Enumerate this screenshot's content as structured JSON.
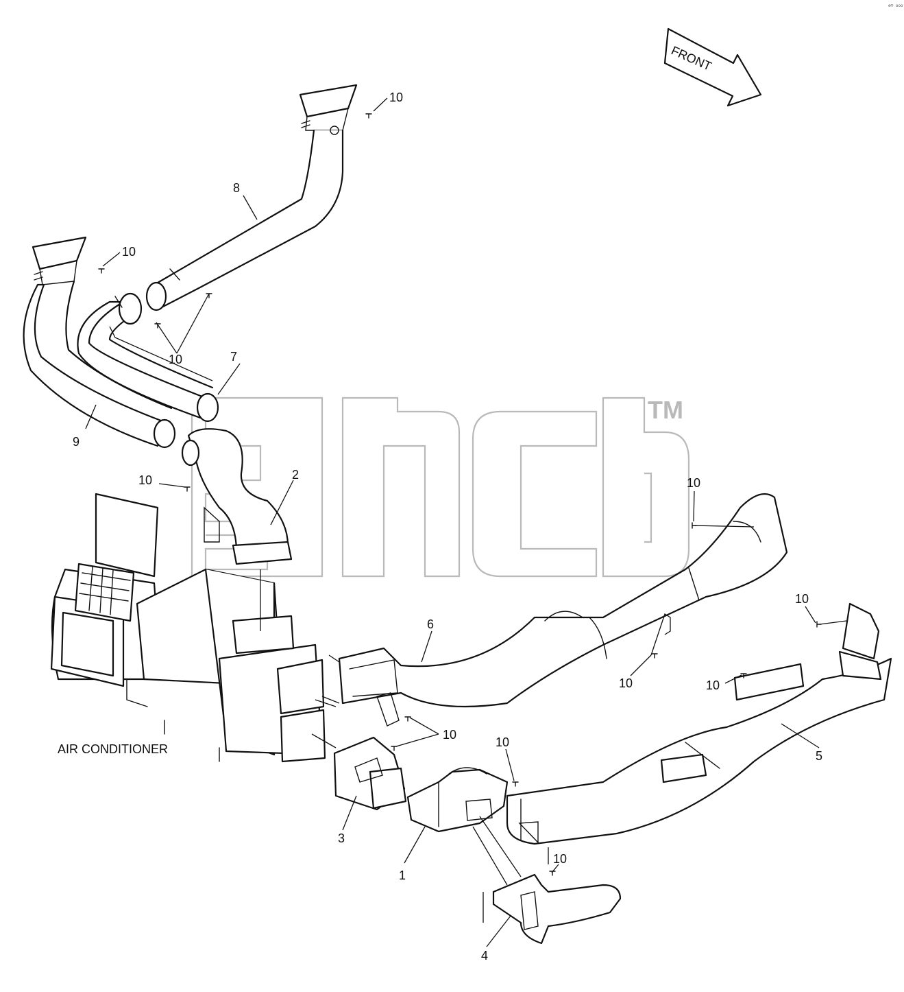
{
  "corner_code": "e℗ ooo",
  "front_arrow_label": "FRONT",
  "watermark": {
    "trademark": "TM"
  },
  "unit_label": "AIR CONDITIONER",
  "callouts": {
    "c1": "1",
    "c2": "2",
    "c3": "3",
    "c4": "4",
    "c5": "5",
    "c6": "6",
    "c7": "7",
    "c8": "8",
    "c9": "9",
    "s_top": "10",
    "s_left": "10",
    "s_mid": "10",
    "s_duct2": "10",
    "s_right6": "10",
    "s_bottom6": "10",
    "s_right5a": "10",
    "s_right5b": "10",
    "s_unit": "10",
    "s_part1": "10",
    "s_part4": "10"
  }
}
